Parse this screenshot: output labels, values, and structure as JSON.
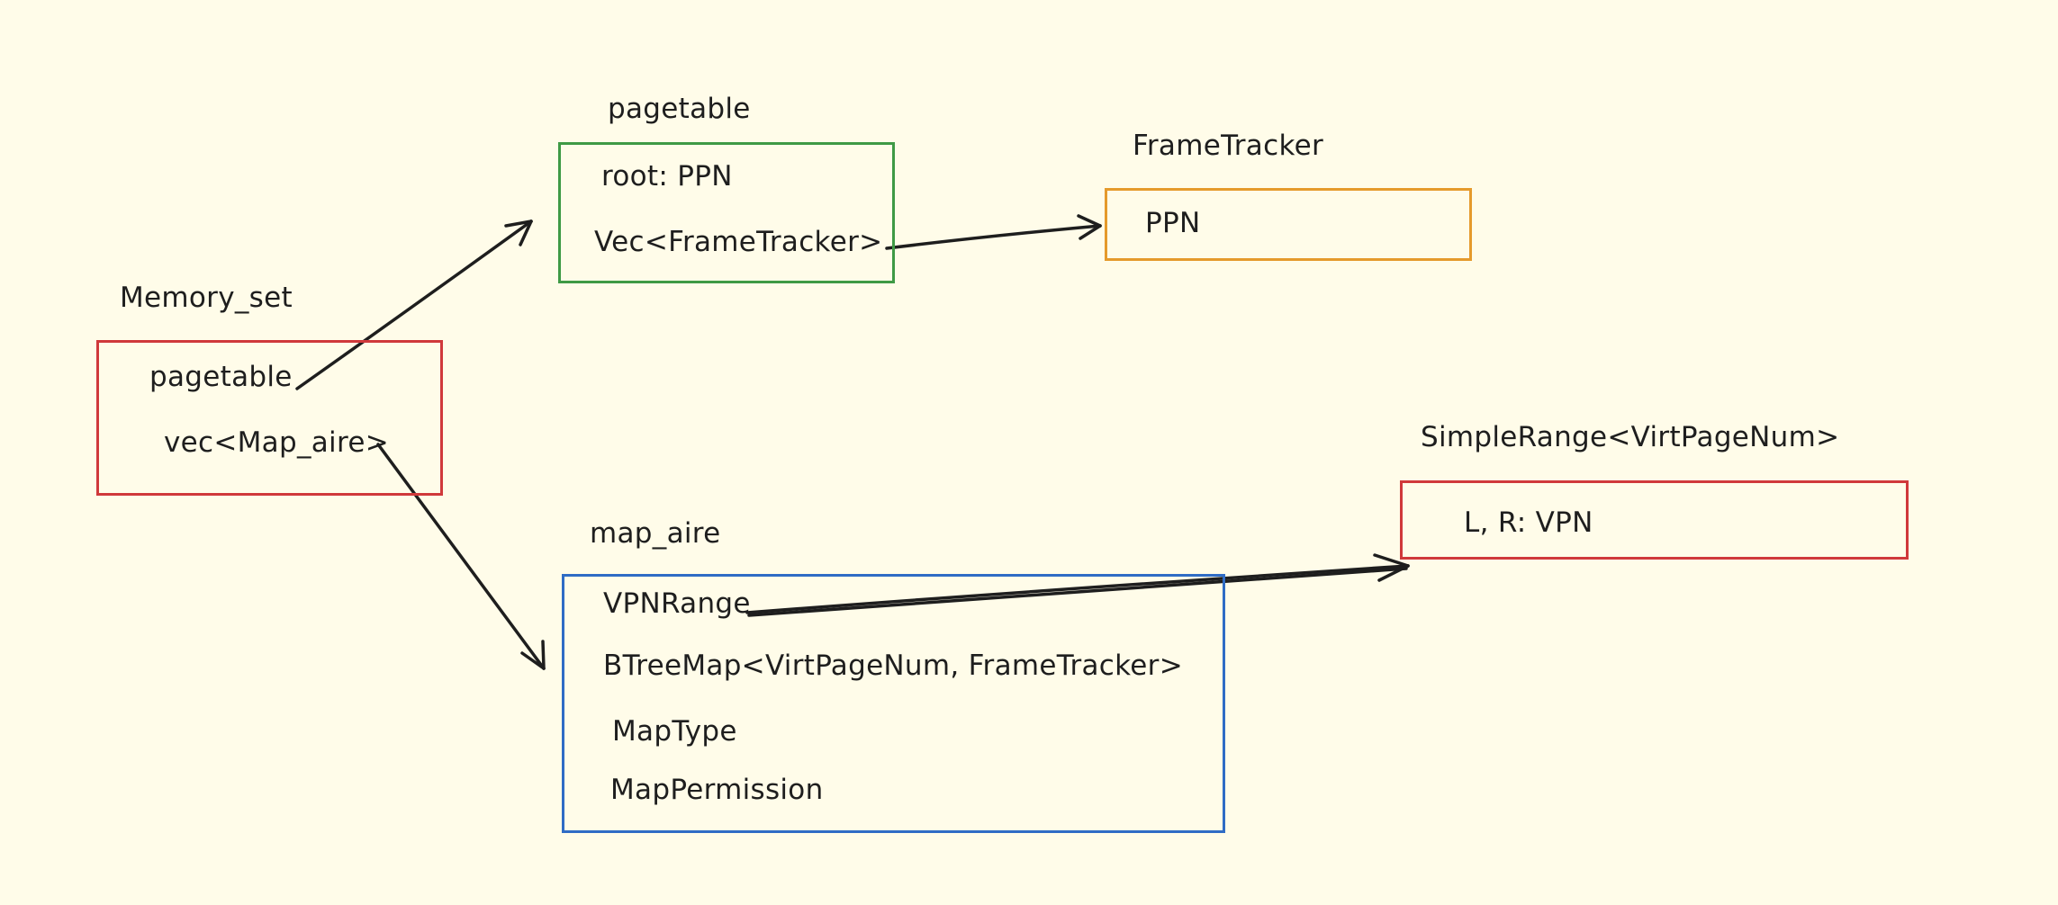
{
  "colors": {
    "background": "#fffce9",
    "memory_set_border": "#d0393b",
    "pagetable_border": "#3f9a45",
    "frametracker_border": "#e59a2c",
    "map_aire_border": "#2f6cc5",
    "simplerange_border": "#d0393b",
    "arrow": "#1e1e1e"
  },
  "nodes": {
    "memory_set": {
      "title": "Memory_set",
      "fields": [
        "pagetable",
        "vec<Map_aire>"
      ]
    },
    "pagetable": {
      "title": "pagetable",
      "fields": [
        "root: PPN",
        "Vec<FrameTracker>"
      ]
    },
    "frametracker": {
      "title": "FrameTracker",
      "fields": [
        "PPN"
      ]
    },
    "map_aire": {
      "title": "map_aire",
      "fields": [
        "VPNRange",
        "BTreeMap<VirtPageNum, FrameTracker>",
        "MapType",
        "MapPermission"
      ]
    },
    "simplerange": {
      "title": "SimpleRange<VirtPageNum>",
      "fields": [
        "L, R: VPN"
      ]
    }
  },
  "edges": [
    {
      "from": "memory_set.pagetable",
      "to": "pagetable"
    },
    {
      "from": "memory_set.vec<Map_aire>",
      "to": "map_aire"
    },
    {
      "from": "pagetable.Vec<FrameTracker>",
      "to": "frametracker"
    },
    {
      "from": "map_aire.VPNRange",
      "to": "simplerange"
    }
  ]
}
